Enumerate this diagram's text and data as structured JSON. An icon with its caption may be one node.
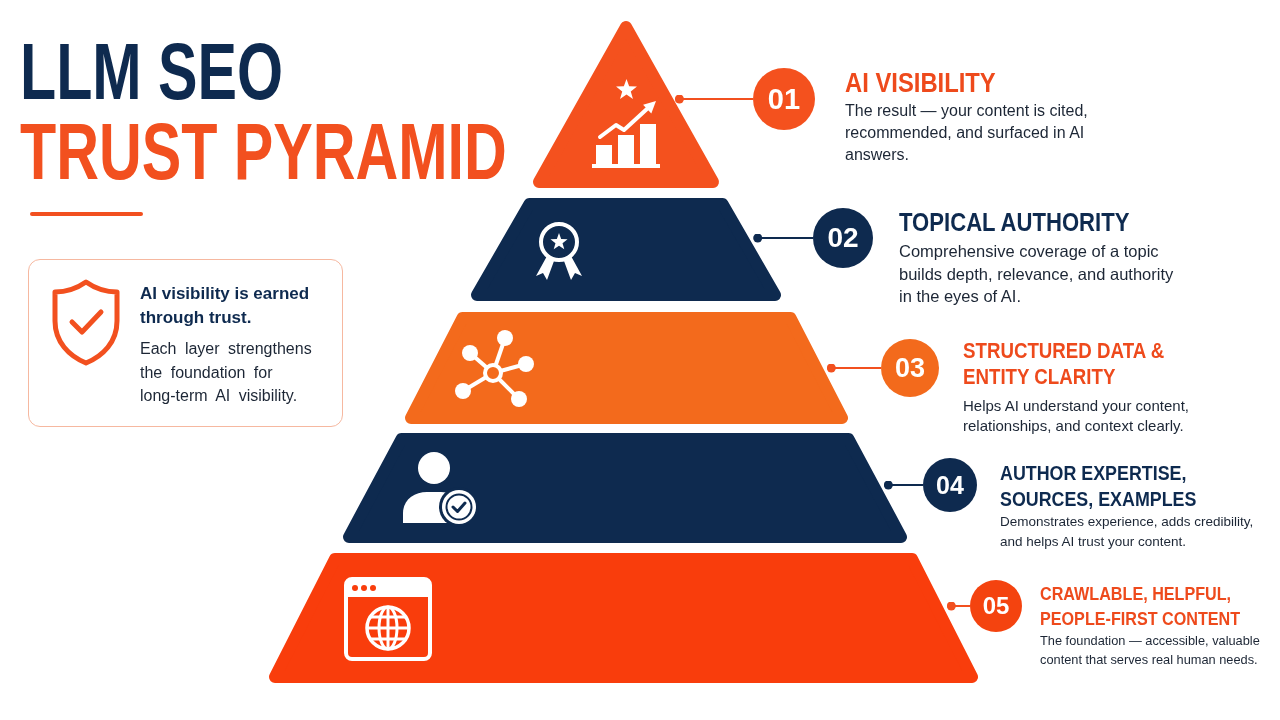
{
  "diagram": {
    "title": "LLM SEO TRUST PYRAMID",
    "nodes": [
      {
        "text": [
          "AI visibility is earned through trust.",
          "Each layer strengthens the foundation for long-term AI visibility."
        ]
      },
      {
        "text": [],
        "shape": "triangle"
      },
      {
        "text": [
          "01"
        ],
        "beside": [
          "AI VISIBILITY",
          "The result — your content is cited, recommended, and surfaced in AI answers."
        ]
      },
      {
        "text": [],
        "shape": "trapezoid"
      },
      {
        "text": [
          "02"
        ],
        "beside": [
          "TOPICAL AUTHORITY",
          "Comprehensive coverage of a topic builds depth, relevance, and authority in the eyes of AI."
        ]
      },
      {
        "text": [],
        "shape": "trapezoid"
      },
      {
        "text": [
          "03"
        ],
        "beside": [
          "STRUCTURED DATA & ENTITY CLARITY",
          "Helps AI understand your content, relationships, and context clearly."
        ]
      },
      {
        "text": [],
        "shape": "trapezoid"
      },
      {
        "text": [
          "04"
        ],
        "beside": [
          "AUTHOR EXPERTISE, SOURCES, EXAMPLES",
          "Demonstrates experience, adds credibility, and helps AI trust your content."
        ]
      },
      {
        "text": [],
        "shape": "trapezoid"
      },
      {
        "text": [
          "05"
        ],
        "beside": [
          "CRAWLABLE, HELPFUL, PEOPLE-FIRST CONTENT",
          "The foundation — accessible, valuable content that serves real human needs."
        ]
      }
    ],
    "edges": [
      {
        "from": 1,
        "to": 2,
        "arrow": "other"
      },
      {
        "from": 3,
        "to": 4,
        "arrow": "other",
        "color": "#0e2a4f"
      },
      {
        "from": 5,
        "to": 6,
        "arrow": "other"
      },
      {
        "from": 7,
        "to": 8,
        "arrow": "other",
        "color": "#0e2a4f"
      },
      {
        "from": 9,
        "to": 10,
        "arrow": "other"
      }
    ]
  }
}
